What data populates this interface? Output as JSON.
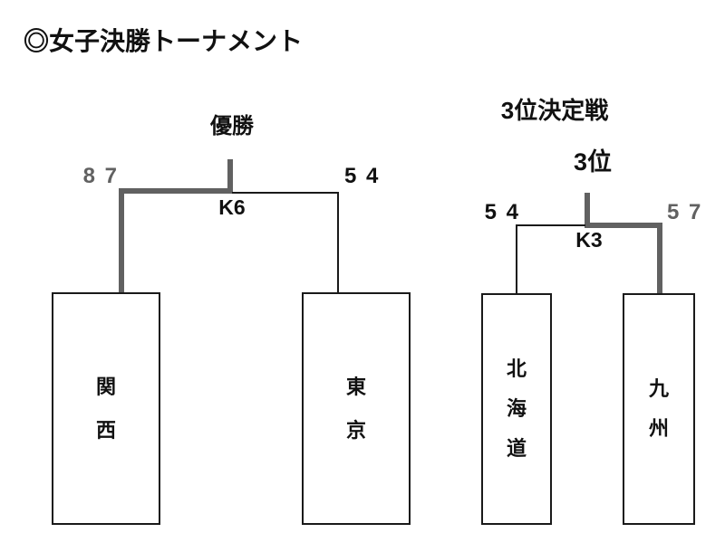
{
  "page": {
    "title": "◎女子決勝トーナメント"
  },
  "colors": {
    "winner_path": "#616161",
    "default_line": "#1a1a1a",
    "text": "#111111",
    "background": "#ffffff"
  },
  "final_match": {
    "heading": "優勝",
    "match_code": "K6",
    "left": {
      "team": "関\n西",
      "team_name": "関西",
      "score": "8 7",
      "winner": true
    },
    "right": {
      "team": "東\n京",
      "team_name": "東京",
      "score": "5 4",
      "winner": false
    }
  },
  "third_place_match": {
    "heading": "3位決定戦",
    "result_label": "3位",
    "match_code": "K3",
    "left": {
      "team": "北\n海\n道",
      "team_name": "北海道",
      "score": "5 4",
      "winner": false
    },
    "right": {
      "team": "九\n州",
      "team_name": "九州",
      "score": "5 7",
      "winner": true
    }
  }
}
